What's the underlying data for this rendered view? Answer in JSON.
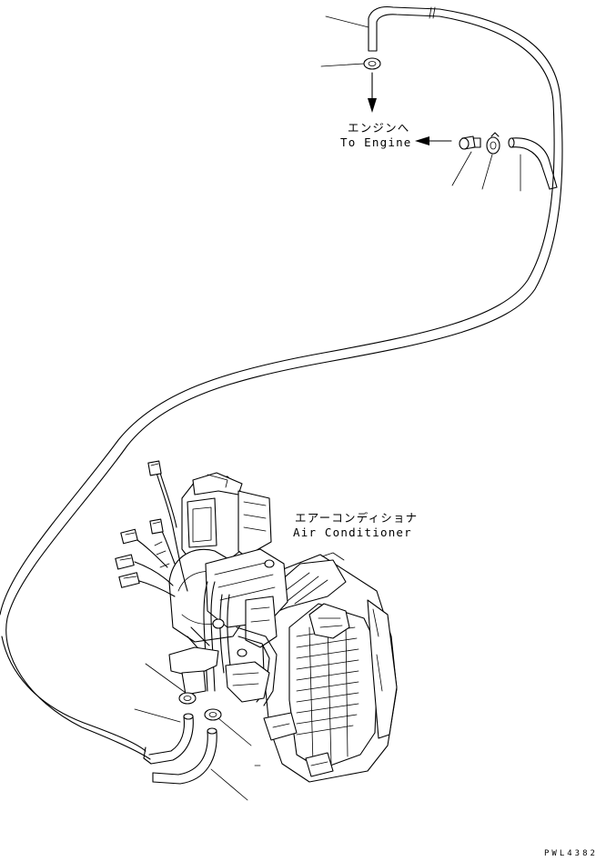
{
  "labels": {
    "to_engine_jp": "エンジンへ",
    "to_engine_en": "To Engine",
    "air_conditioner_jp": "エアーコンディショナ",
    "air_conditioner_en": "Air Conditioner",
    "drawing_code": "PWL4382"
  }
}
